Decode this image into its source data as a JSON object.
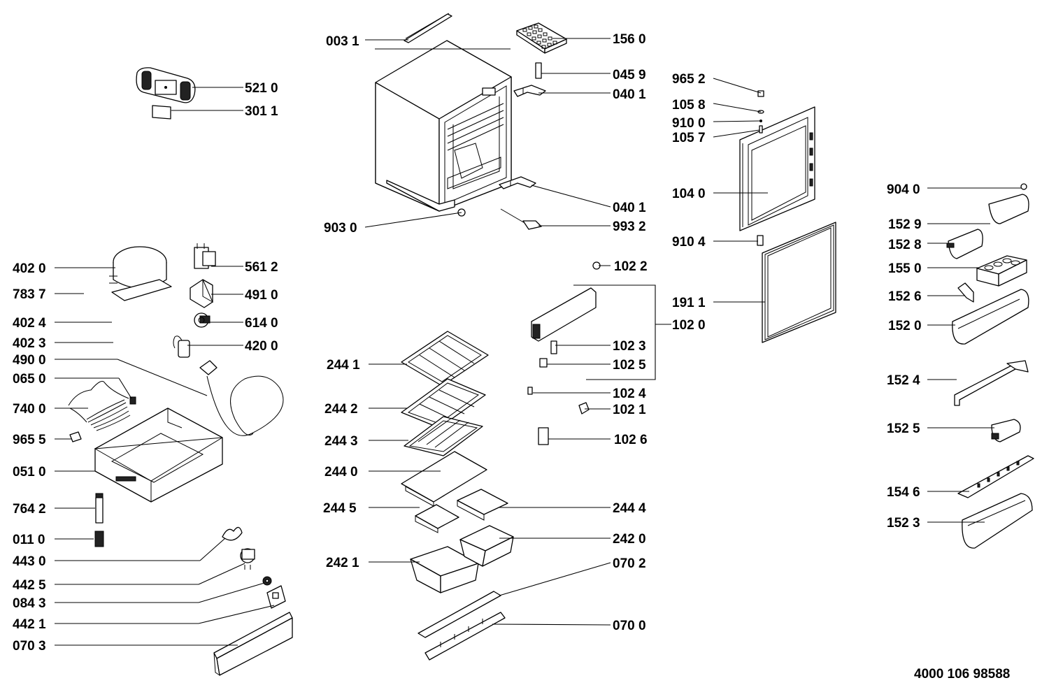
{
  "diagram_id": "4000 106 98588",
  "labels": {
    "l0031": "003 1",
    "l1560": "156 0",
    "l5210": "521 0",
    "l0459": "045 9",
    "l0401a": "040 1",
    "l3011": "301 1",
    "l9652a": "965 2",
    "l1058": "105 8",
    "l9100": "910 0",
    "l1057": "105 7",
    "l1040": "104 0",
    "l9040": "904 0",
    "l0401b": "040 1",
    "l9930": "903 0",
    "l9932": "993 2",
    "l1529": "152 9",
    "l1528": "152 8",
    "l9104": "910 4",
    "l4020": "402 0",
    "l5612": "561 2",
    "l1022": "102 2",
    "l1550": "155 0",
    "l7837": "783 7",
    "l4910": "491 0",
    "l1911": "191 1",
    "l1526": "152 6",
    "l4024": "402 4",
    "l6140": "614 0",
    "l1020": "102 0",
    "l1520": "152 0",
    "l4023": "402 3",
    "l4200": "420 0",
    "l1023": "102 3",
    "l4900": "490 0",
    "l2441": "244 1",
    "l1025": "102 5",
    "l0650": "065 0",
    "l1524": "152 4",
    "l1024": "102 4",
    "l7400": "740 0",
    "l2442": "244 2",
    "l1021": "102 1",
    "l1525": "152 5",
    "l9655": "965 5",
    "l2443": "244 3",
    "l1026": "102 6",
    "l0510": "051 0",
    "l2440": "244 0",
    "l1546": "154 6",
    "l7642": "764 2",
    "l2445": "244 5",
    "l2444": "244 4",
    "l1523": "152 3",
    "l0110": "011 0",
    "l2420": "242 0",
    "l4430": "443 0",
    "l2421": "242 1",
    "l0702": "070 2",
    "l4425": "442 5",
    "l0843": "084 3",
    "l4421": "442 1",
    "l0700": "070 0",
    "l0703": "070 3"
  }
}
